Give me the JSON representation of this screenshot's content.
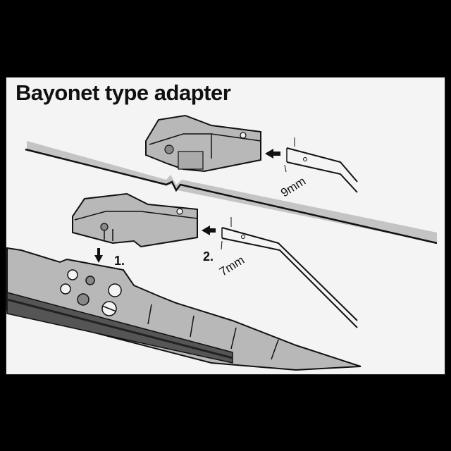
{
  "title": "Bayonet type adapter",
  "labels": {
    "step1": "1.",
    "step2": "2.",
    "size_large": "9mm",
    "size_small": "7mm"
  },
  "colors": {
    "background": "#000000",
    "panel": "#f4f4f4",
    "part_fill": "#b8b8b8",
    "line": "#111111"
  }
}
